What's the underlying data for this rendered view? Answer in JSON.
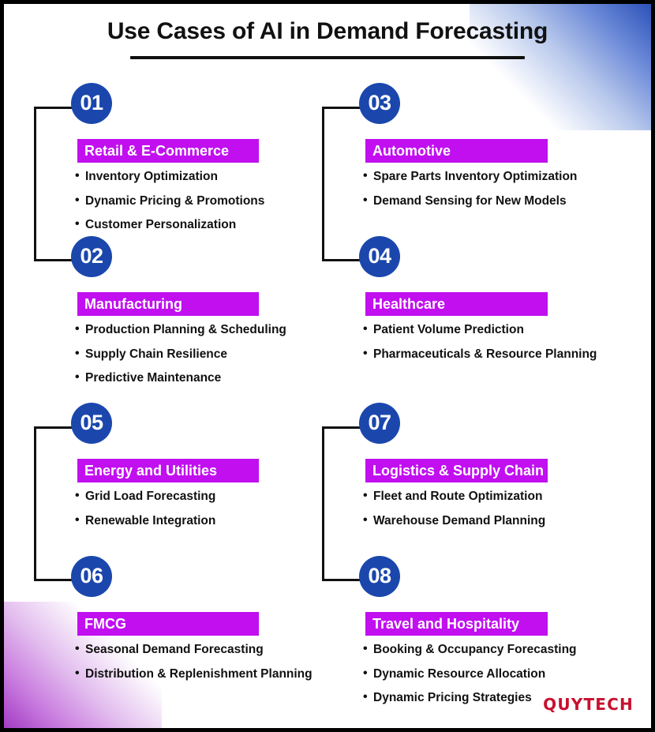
{
  "header": {
    "title": "Use Cases of AI in Demand Forecasting"
  },
  "colors": {
    "badge_blue": "#1b47ad",
    "heading_magenta": "#c10ff0",
    "text_black": "#111111",
    "logo_red": "#c8102e",
    "corner_gradient_top_right": "#2c52b8",
    "corner_gradient_bottom_left": "#a23cc4"
  },
  "quadrants": [
    {
      "position": "top-left",
      "items": [
        {
          "number": "01",
          "heading": "Retail & E-Commerce",
          "bullets": [
            "Inventory Optimization",
            "Dynamic Pricing & Promotions",
            "Customer Personalization"
          ]
        },
        {
          "number": "02",
          "heading": "Manufacturing",
          "bullets": [
            "Production Planning & Scheduling",
            "Supply Chain Resilience",
            "Predictive Maintenance"
          ]
        }
      ]
    },
    {
      "position": "top-right",
      "items": [
        {
          "number": "03",
          "heading": "Automotive",
          "bullets": [
            "Spare Parts Inventory Optimization",
            "Demand Sensing for New Models"
          ]
        },
        {
          "number": "04",
          "heading": "Healthcare",
          "bullets": [
            "Patient Volume Prediction",
            "Pharmaceuticals & Resource Planning"
          ]
        }
      ]
    },
    {
      "position": "bottom-left",
      "items": [
        {
          "number": "05",
          "heading": "Energy and Utilities",
          "bullets": [
            "Grid Load Forecasting",
            "Renewable Integration"
          ]
        },
        {
          "number": "06",
          "heading": "FMCG",
          "bullets": [
            "Seasonal Demand Forecasting",
            "Distribution & Replenishment Planning"
          ]
        }
      ]
    },
    {
      "position": "bottom-right",
      "items": [
        {
          "number": "07",
          "heading": "Logistics & Supply Chain",
          "bullets": [
            "Fleet and Route Optimization",
            "Warehouse Demand Planning"
          ]
        },
        {
          "number": "08",
          "heading": "Travel and Hospitality",
          "bullets": [
            "Booking & Occupancy Forecasting",
            "Dynamic Resource Allocation",
            "Dynamic Pricing Strategies"
          ]
        }
      ]
    }
  ],
  "footer": {
    "logo": "QUYTECH"
  }
}
